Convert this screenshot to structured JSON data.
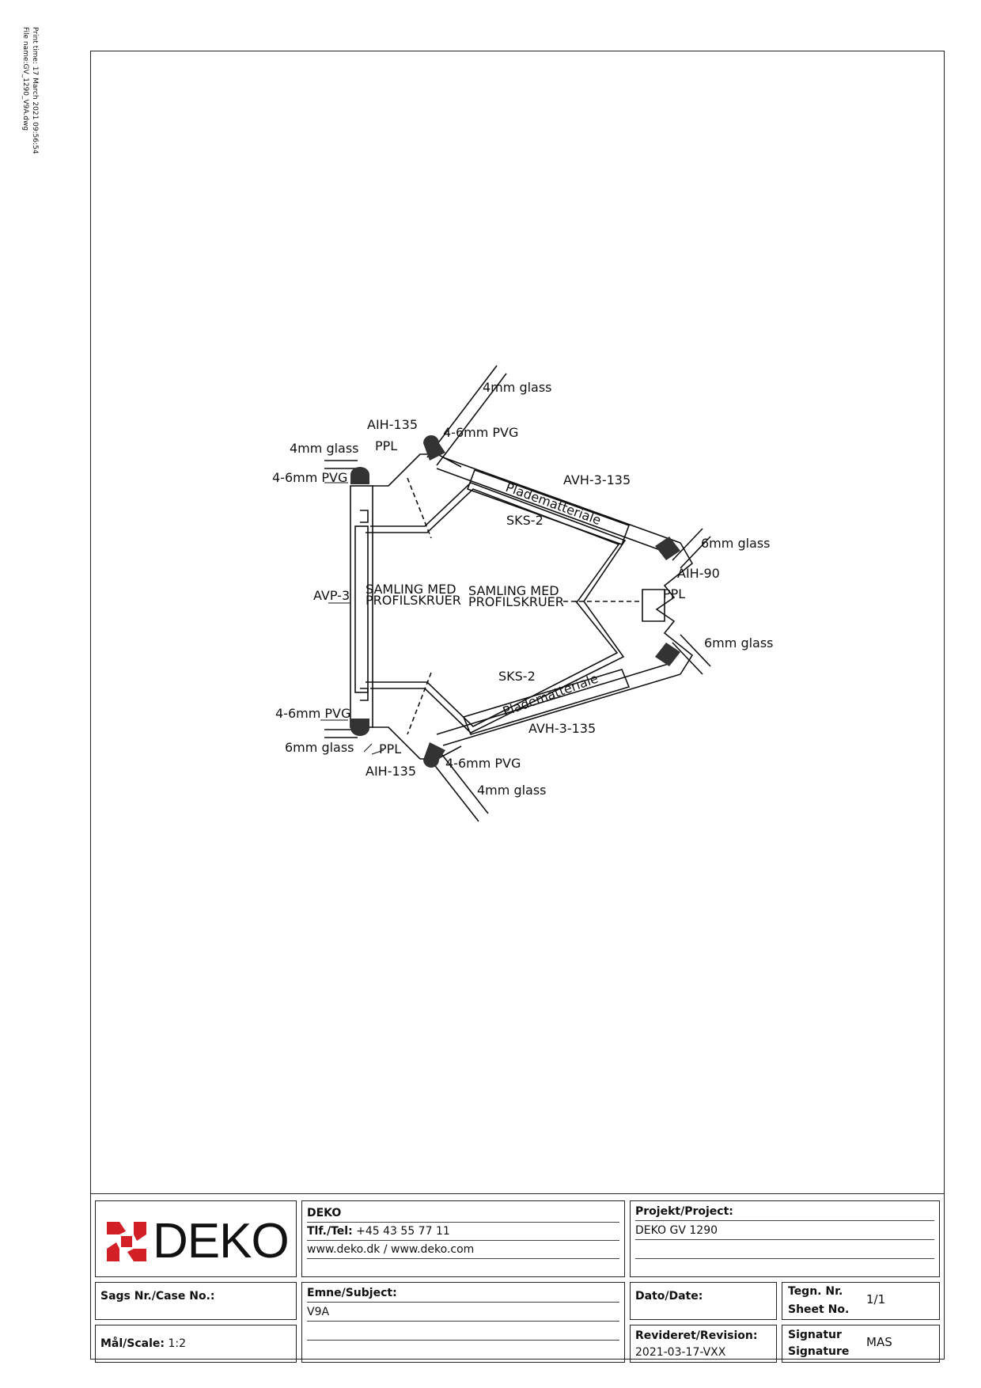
{
  "print_info": {
    "print_time": "Print time: 17 March 2021 09:56:54",
    "file_name": "File name:GV_1290_V9A.dwg"
  },
  "drawing": {
    "labels": {
      "top_glass": "4mm glass",
      "top_aih": "AIH-135",
      "top_pvg": "4-6mm PVG",
      "left_top_glass": "4mm glass",
      "top_ppl": "PPL",
      "left_top_pvg": "4-6mm PVG",
      "avh_top": "AVH-3-135",
      "plademateriale_top": "Pladematteriale",
      "sks_top": "SKS-2",
      "right_top_glass": "6mm glass",
      "aih_90": "AIH-90",
      "right_ppl": "PPL",
      "avp": "AVP-3",
      "samling_left_1": "SAMLING MED",
      "samling_left_2": "PROFILSKRUER",
      "samling_right_1": "SAMLING MED",
      "samling_right_2": "PROFILSKRUER",
      "right_bottom_glass": "6mm glass",
      "sks_bottom": "SKS-2",
      "plademateriale_bottom": "Pladematteriale",
      "left_bottom_pvg": "4-6mm PVG",
      "avh_bottom": "AVH-3-135",
      "left_bottom_glass": "6mm glass",
      "bottom_ppl": "PPL",
      "bottom_pvg": "4-6mm PVG",
      "bottom_aih": "AIH-135",
      "bottom_glass": "4mm glass"
    }
  },
  "title_block": {
    "logo_text": "DEKO",
    "company": {
      "name": "DEKO",
      "tel_label": "Tlf./Tel:",
      "tel_value": "+45 43 55 77 11",
      "web": "www.deko.dk / www.deko.com"
    },
    "project": {
      "label": "Projekt/Project:",
      "value": "DEKO GV 1290"
    },
    "case": {
      "label": "Sags Nr./Case No.:",
      "value": ""
    },
    "scale": {
      "label": "Mål/Scale:",
      "value": "1:2"
    },
    "subject": {
      "label": "Emne/Subject:",
      "value": "V9A"
    },
    "date": {
      "label": "Dato/Date:",
      "value": ""
    },
    "sheet": {
      "label1": "Tegn. Nr.",
      "label2": "Sheet No.",
      "value": "1/1"
    },
    "revision": {
      "label": "Revideret/Revision:",
      "value": "2021-03-17-VXX"
    },
    "signature": {
      "label1": "Signatur",
      "label2": "Signature",
      "value": "MAS"
    }
  }
}
